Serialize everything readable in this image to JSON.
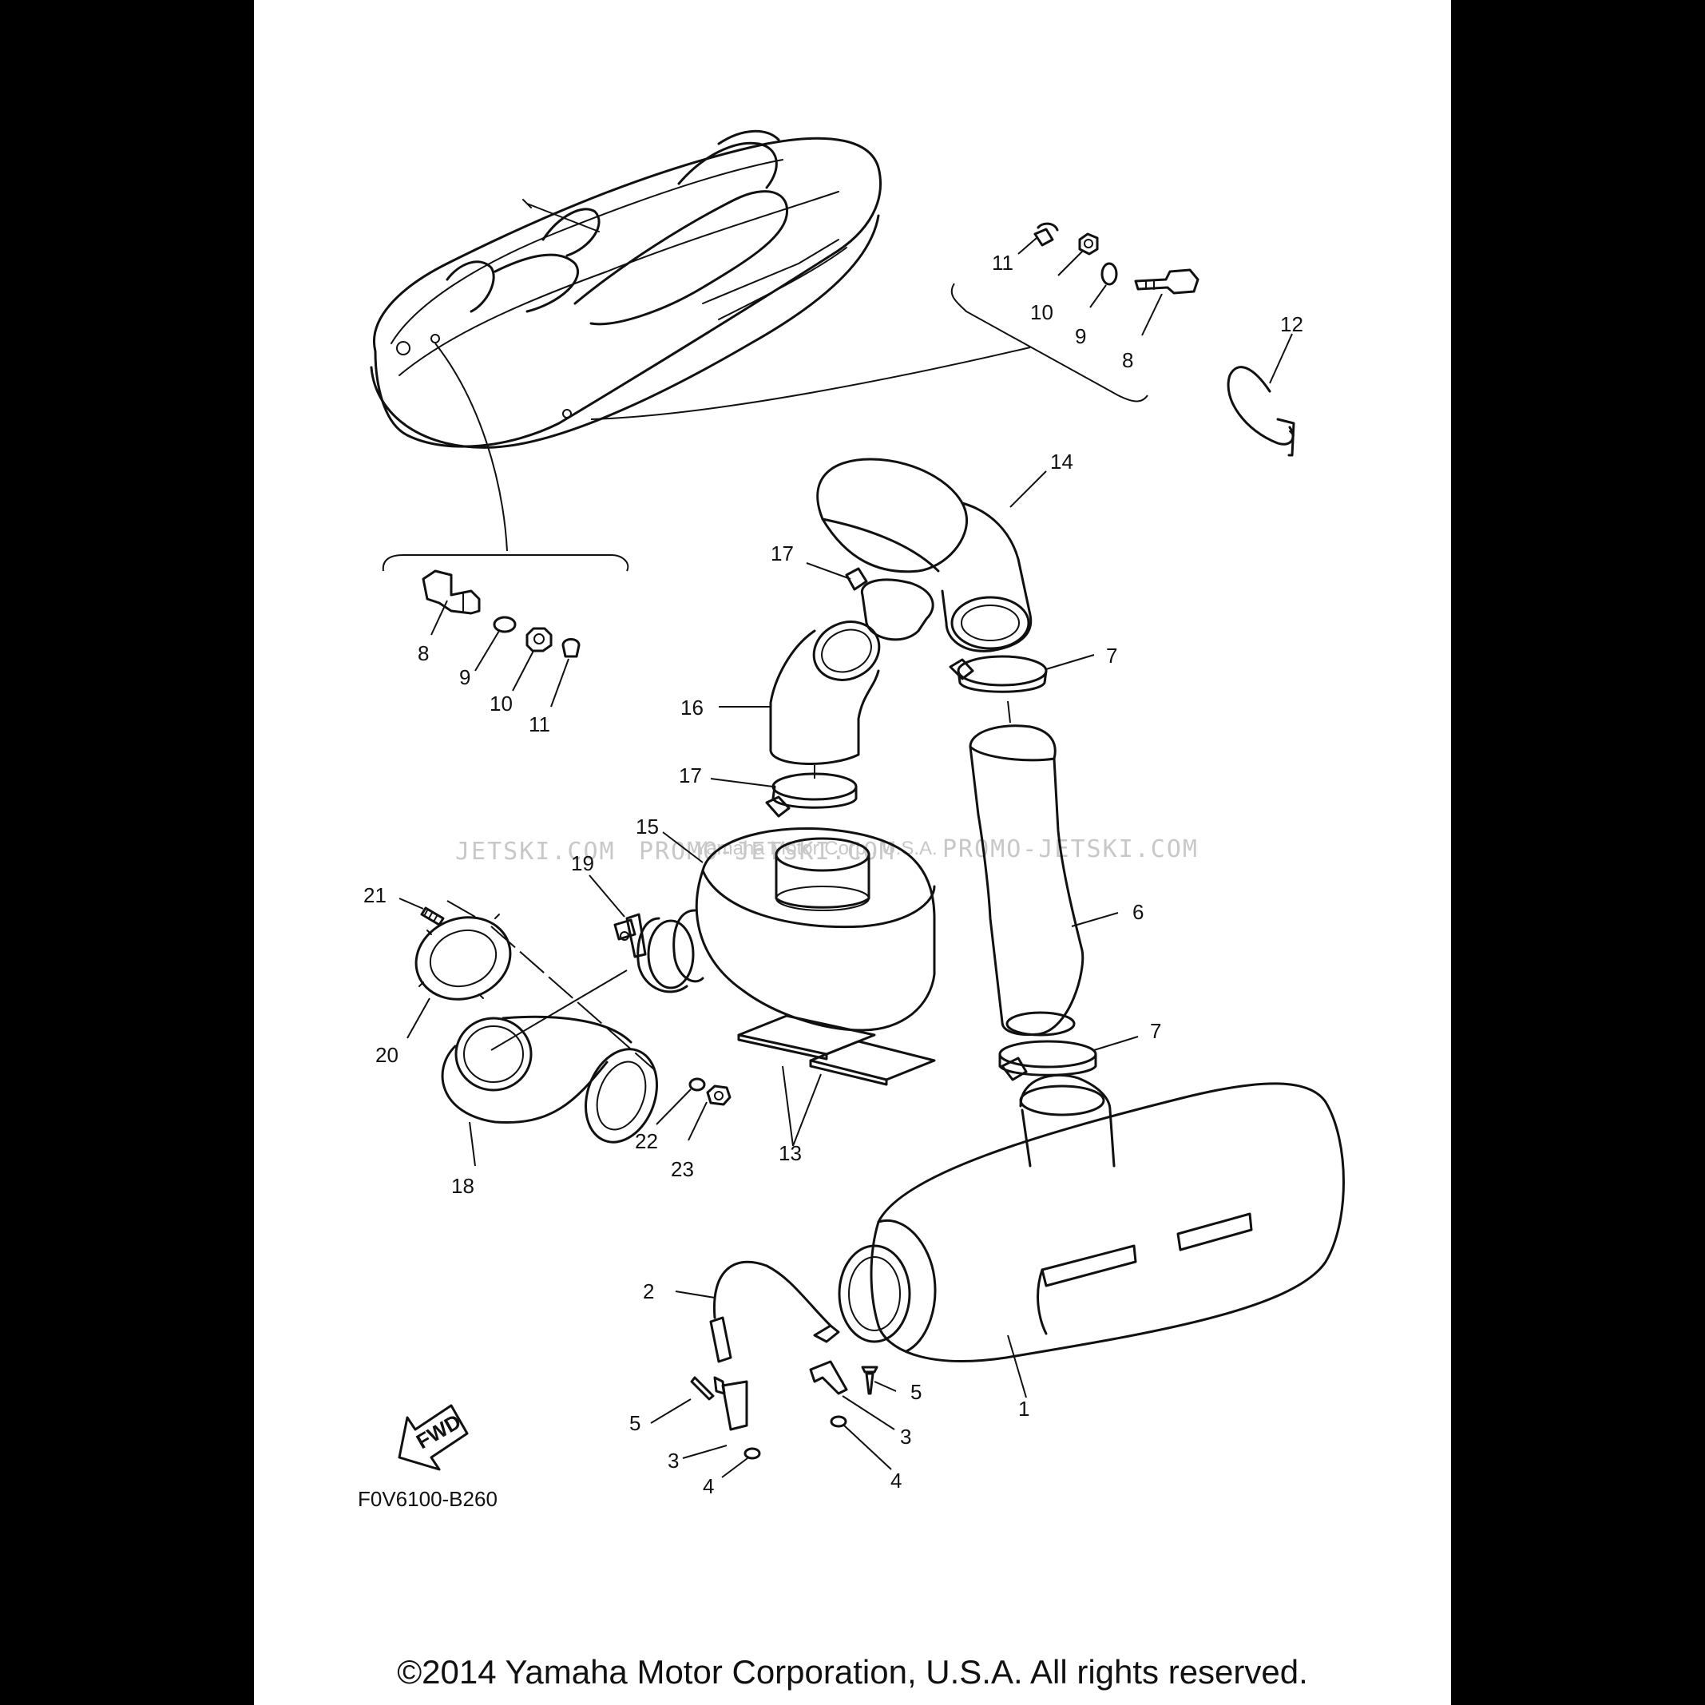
{
  "diagram_code": "F0V6100-B260",
  "copyright": "©2014 Yamaha Motor Corporation, U.S.A. All rights reserved.",
  "fwd_label": "FWD",
  "watermark": {
    "left": "JETSKI.COM",
    "middle": "PROMO-JETSKI.COM",
    "right": "PROMO-JETSKI.COM",
    "center": "Yamaha Motor Corp., U.S.A."
  },
  "callouts": [
    {
      "id": "c11a",
      "label": "11"
    },
    {
      "id": "c10a",
      "label": "10"
    },
    {
      "id": "c9a",
      "label": "9"
    },
    {
      "id": "c8a",
      "label": "8"
    },
    {
      "id": "c12",
      "label": "12"
    },
    {
      "id": "c14",
      "label": "14"
    },
    {
      "id": "c17a",
      "label": "17"
    },
    {
      "id": "c7a",
      "label": "7"
    },
    {
      "id": "c8b",
      "label": "8"
    },
    {
      "id": "c9b",
      "label": "9"
    },
    {
      "id": "c10b",
      "label": "10"
    },
    {
      "id": "c11b",
      "label": "11"
    },
    {
      "id": "c16",
      "label": "16"
    },
    {
      "id": "c17b",
      "label": "17"
    },
    {
      "id": "c15",
      "label": "15"
    },
    {
      "id": "c19",
      "label": "19"
    },
    {
      "id": "c21",
      "label": "21"
    },
    {
      "id": "c6",
      "label": "6"
    },
    {
      "id": "c7b",
      "label": "7"
    },
    {
      "id": "c20",
      "label": "20"
    },
    {
      "id": "c22",
      "label": "22"
    },
    {
      "id": "c23",
      "label": "23"
    },
    {
      "id": "c13",
      "label": "13"
    },
    {
      "id": "c18",
      "label": "18"
    },
    {
      "id": "c2",
      "label": "2"
    },
    {
      "id": "c5a",
      "label": "5"
    },
    {
      "id": "c5b",
      "label": "5"
    },
    {
      "id": "c3a",
      "label": "3"
    },
    {
      "id": "c3b",
      "label": "3"
    },
    {
      "id": "c4a",
      "label": "4"
    },
    {
      "id": "c4b",
      "label": "4"
    },
    {
      "id": "c1",
      "label": "1"
    }
  ]
}
